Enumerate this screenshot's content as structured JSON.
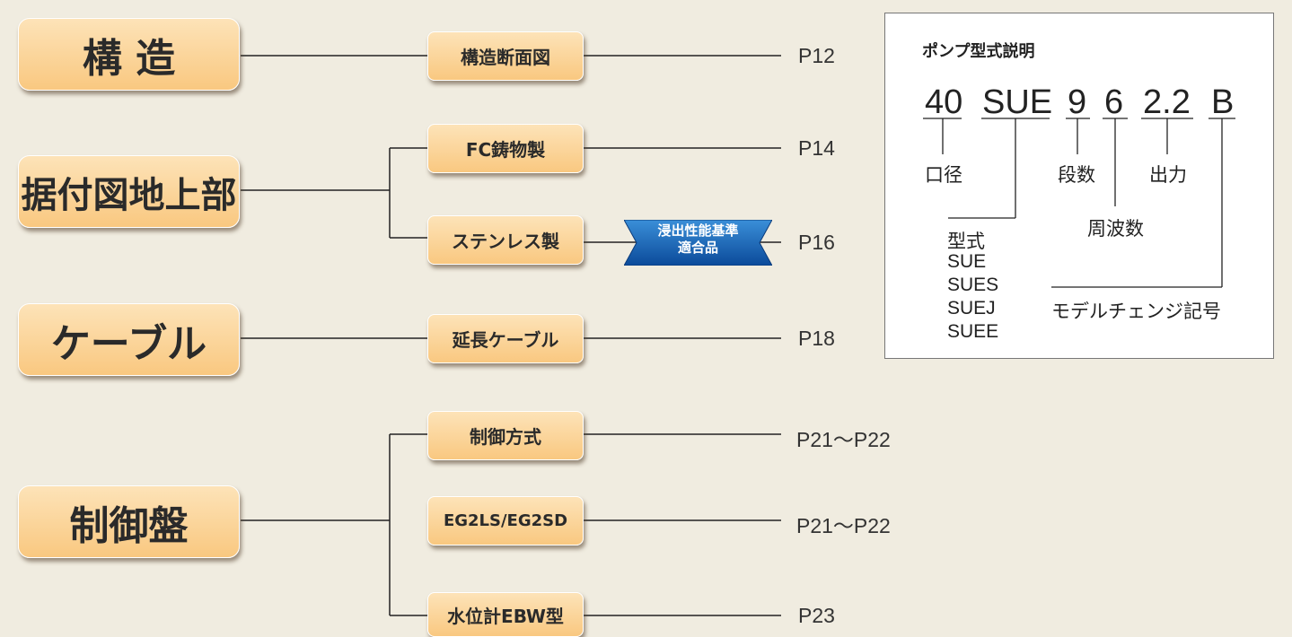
{
  "categories": [
    {
      "id": "structure",
      "label": "構 造"
    },
    {
      "id": "install",
      "label": "据付図地上部"
    },
    {
      "id": "cable",
      "label": "ケーブル"
    },
    {
      "id": "control",
      "label": "制御盤"
    }
  ],
  "items": [
    {
      "id": "section",
      "label": "構造断面図",
      "page": "P12"
    },
    {
      "id": "fc",
      "label": "FC鋳物製",
      "page": "P14"
    },
    {
      "id": "stainless",
      "label": "ステンレス製",
      "page": "P16"
    },
    {
      "id": "ext-cable",
      "label": "延長ケーブル",
      "page": "P18"
    },
    {
      "id": "ctrl-method",
      "label": "制御方式",
      "page": "P21～P22"
    },
    {
      "id": "eg2",
      "label": "EG2LS/EG2SD",
      "page": "P21～P22"
    },
    {
      "id": "ebw",
      "label": "水位計EBW型",
      "page": "P23"
    }
  ],
  "badge": {
    "line1": "浸出性能基準",
    "line2": "適合品"
  },
  "model_panel": {
    "title": "ポンプ型式説明",
    "code_parts": [
      "40",
      "SUE",
      "9",
      "6",
      "2.2",
      "B"
    ],
    "labels": {
      "bore": "口径",
      "stages": "段数",
      "output": "出力",
      "frequency": "周波数",
      "model": "型式",
      "change": "モデルチェンジ記号"
    },
    "model_types": [
      "SUE",
      "SUES",
      "SUEJ",
      "SUEE"
    ]
  }
}
